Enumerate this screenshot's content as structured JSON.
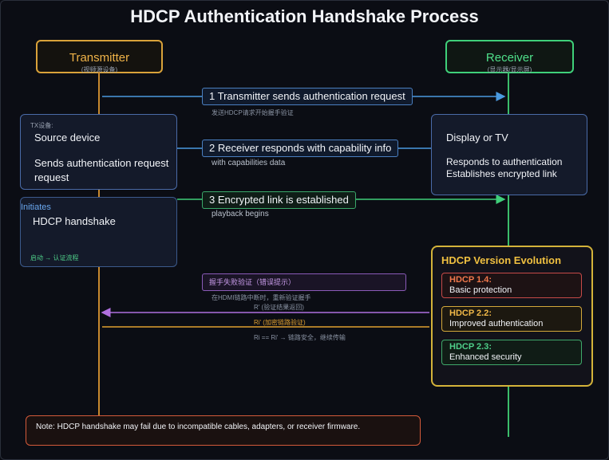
{
  "title": "HDCP Authentication Handshake Process",
  "transmitter": {
    "name": "Transmitter",
    "sub": "(视频源设备)"
  },
  "receiver": {
    "name": "Receiver",
    "sub": "(显示器/显示屏)"
  },
  "messages": [
    {
      "label": "1 Transmitter sends authentication request",
      "note": "发送HDCP请求开始握手验证"
    },
    {
      "label": "2 Receiver responds with capability info",
      "note": "with capabilities data"
    },
    {
      "label": "3 Encrypted link is established",
      "note": "playback begins"
    }
  ],
  "tx_card1": {
    "tag": "TX设备:",
    "line1": "Source device",
    "line2": "Sends authentication request",
    "line3": "request"
  },
  "tx_card2": {
    "tag": "Initiates",
    "line1": "HDCP handshake",
    "foot": "启动 → 认证流程"
  },
  "rx_card": {
    "line1": "Display or TV",
    "line2": "Responds to authentication",
    "line3": "Establishes encrypted link"
  },
  "failure": {
    "label": "握手失败验证（错误提示）",
    "note1": "在HDMI链路中断时，重新验证握手",
    "note2": "R' (验证结果返回)",
    "note3": "Ri' (加密链路验证)",
    "note4": "Ri == Ri' → 链路安全，继续传输"
  },
  "versions": {
    "title": "HDCP Version Evolution",
    "items": [
      {
        "key": "HDCP 1.4:",
        "desc": "Basic protection"
      },
      {
        "key": "HDCP 2.2:",
        "desc": "Improved authentication"
      },
      {
        "key": "HDCP 2.3:",
        "desc": "Enhanced security"
      }
    ]
  },
  "note": "Note: HDCP handshake may fail due to incompatible cables, adapters, or receiver firmware."
}
